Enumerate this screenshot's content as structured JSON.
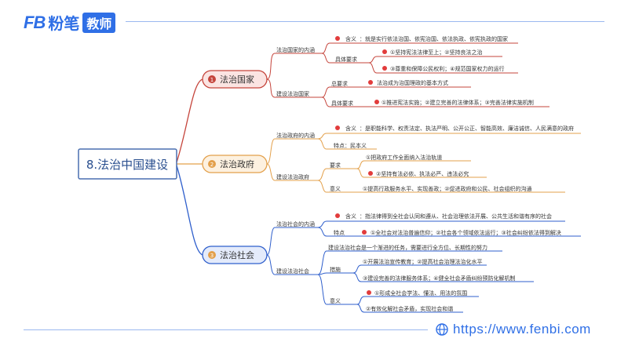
{
  "brand": {
    "logo_mark": "FB",
    "logo_text": "粉笔",
    "logo_tag": "教师",
    "url": "https://www.fenbi.com"
  },
  "colors": {
    "red": "#c5443b",
    "orange": "#e3a04b",
    "blue": "#2f5fcc",
    "central_border": "#4a6fb0",
    "central_text": "#2a4f8f"
  },
  "central": {
    "title": "8.法治中国建设"
  },
  "branches": [
    {
      "num": "1",
      "label": "法治国家",
      "nodes": {
        "n1": "法治国家的内涵",
        "n1_meaning_tag": "含义",
        "n1_meaning": "：就是实行依法治国、依宪治国、依法执政、依宪执政的国家",
        "n1_req": "具体要求",
        "n1_req_1": "①坚持宪法法律至上；②坚持良法之治",
        "n1_req_2": "③尊重和保障公民权利；④规范国家权力的运行",
        "n2": "建设法治国家",
        "n2_total": "总要求",
        "n2_total_v": "法治成为治国理政的基本方式",
        "n2_req": "具体要求",
        "n2_req_v": "①推进宪法实施；②建立完善的法律体系；③完善法律实施机制"
      }
    },
    {
      "num": "2",
      "label": "法治政府",
      "nodes": {
        "n1": "法治政府的内涵",
        "n1_meaning_tag": "含义",
        "n1_meaning": "：是职能科学、权责法定、执法严明、公开公正、智能高效、廉洁诚信、人民满意的政府",
        "n1_feature": "特点：民本义",
        "n2": "建设法治政府",
        "n2_req": "要求",
        "n2_req_1": "①把政府工作全面纳入法治轨道",
        "n2_req_2": "②坚持有法必依、执法必严、违法必究",
        "n2_sig": "意义",
        "n2_sig_v": "①提高行政服务水平、实现善政；②促进政府和公民、社会组织的沟通"
      }
    },
    {
      "num": "3",
      "label": "法治社会",
      "nodes": {
        "n1": "法治社会的内涵",
        "n1_meaning_tag": "含义",
        "n1_meaning": "：指法律得到全社会认同和遵从、社会治理依法开展、公共生活和谐有序的社会",
        "n1_feature": "特点",
        "n1_feature_v": "①全社会对法治普遍信仰；②社会各个领域依法运行；③社会纠纷依法得到解决",
        "n2": "建设法治社会",
        "n2_task": "建设法治社会是一个渐进的任务，需要进行全方位、长期性的努力",
        "n2_measure": "措施",
        "n2_measure_1": "①开展法治宣传教育；②提高社会治理法治化水平",
        "n2_measure_2": "③建设完善的法律服务体系；④健全社会矛盾纠纷预防化解机制",
        "n2_sig": "意义",
        "n2_sig_1": "①形成全社会学法、懂法、用法的氛围",
        "n2_sig_2": "②有效化解社会矛盾，实现社会和谐"
      }
    }
  ]
}
